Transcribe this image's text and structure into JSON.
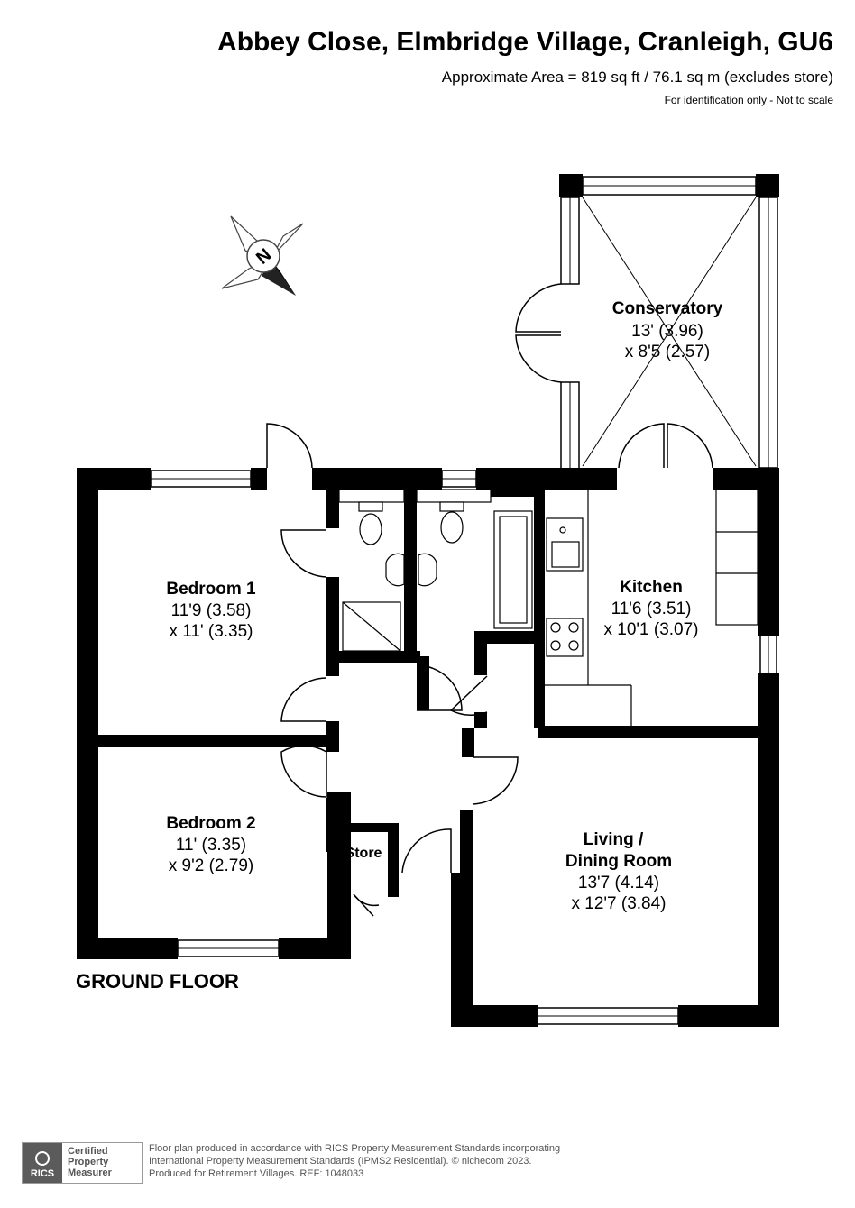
{
  "header": {
    "title": "Abbey Close, Elmbridge Village, Cranleigh, GU6",
    "area": "Approximate Area = 819 sq ft / 76.1 sq m (excludes store)",
    "note": "For identification only - Not to scale"
  },
  "compass": {
    "label": "N",
    "icon": "compass-rose-icon"
  },
  "rooms": {
    "conservatory": {
      "name": "Conservatory",
      "dim1": "13' (3.96)",
      "dim2": "x 8'5 (2.57)"
    },
    "kitchen": {
      "name": "Kitchen",
      "dim1": "11'6 (3.51)",
      "dim2": "x 10'1 (3.07)"
    },
    "bedroom1": {
      "name": "Bedroom 1",
      "dim1": "11'9 (3.58)",
      "dim2": "x 11' (3.35)"
    },
    "bedroom2": {
      "name": "Bedroom 2",
      "dim1": "11' (3.35)",
      "dim2": "x 9'2 (2.79)"
    },
    "store": {
      "name": "Store"
    },
    "living": {
      "name1": "Living /",
      "name2": "Dining Room",
      "dim1": "13'7 (4.14)",
      "dim2": "x 12'7 (3.84)"
    }
  },
  "floor_label": "GROUND FLOOR",
  "badge": {
    "logo": "RICS",
    "line1": "Certified",
    "line2": "Property",
    "line3": "Measurer"
  },
  "footer": {
    "line1": "Floor plan produced in accordance with RICS Property Measurement Standards incorporating",
    "line2": "International Property Measurement Standards (IPMS2 Residential).  © nichecom 2023.",
    "line3": "Produced for Retirement Villages.   REF:  1048033"
  },
  "colors": {
    "wall": "#000000",
    "background": "#ffffff",
    "footer_text": "#555555",
    "badge_grey": "#5b5b5b"
  }
}
